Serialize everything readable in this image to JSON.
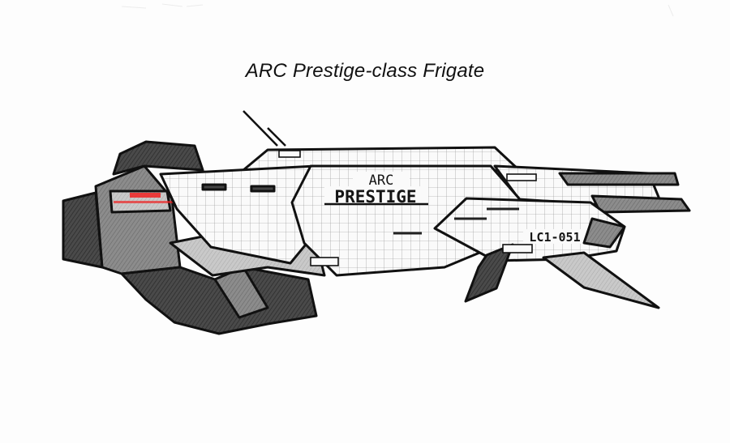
{
  "title": "ARC Prestige-class Frigate",
  "hull_markings": {
    "name_line1": "ARC",
    "name_line2": "PRESTIGE",
    "registry": "LC1-051"
  }
}
